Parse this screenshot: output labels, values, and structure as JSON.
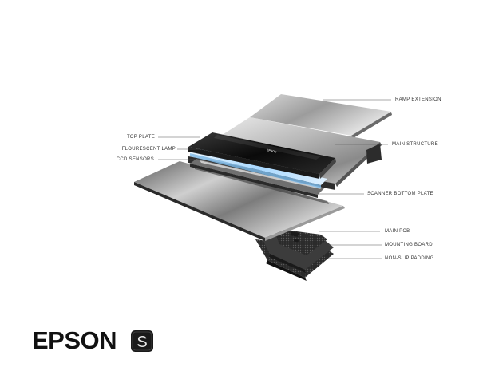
{
  "labels": {
    "ramp_extension": "RAMP EXTENSION",
    "main_structure": "MAIN STRUCTURE",
    "top_plate": "TOP PLATE",
    "flourescent_lamp": "FLOURESCENT LAMP",
    "ccd_sensors": "CCD SENSORS",
    "scanner_bottom_plate": "SCANNER BOTTOM PLATE",
    "main_pcb": "MAIN PCB",
    "mounting_board": "MOUNTING BOARD",
    "non_slip_padding": "NON-SLIP PADDING"
  },
  "brand": {
    "wordmark": "EPSON",
    "badge_letter": "S",
    "top_plate_logo": "EPSON"
  },
  "colors": {
    "background": "#ffffff",
    "leader_line": "#555555",
    "lamp_glow": "#a8d8ff",
    "pcb_green": "#3a9a3a",
    "badge": "#1a1a1a"
  }
}
